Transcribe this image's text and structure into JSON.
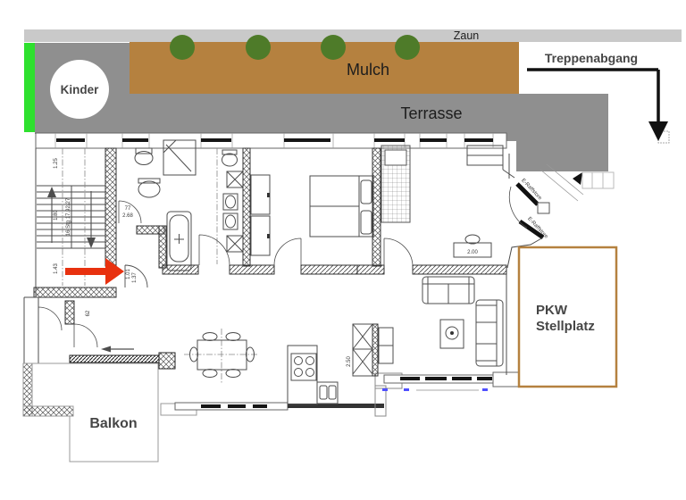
{
  "annotations": {
    "zaun": "Zaun",
    "mulch": "Mulch",
    "terrasse": "Terrasse",
    "kinder": "Kinder",
    "treppenabgang": "Treppenabgang",
    "pkw_line1": "PKW",
    "pkw_line2": "Stellplatz",
    "balkon": "Balkon"
  },
  "plan_dimensions": {
    "stairs_note": "16 Stg 17.92/27",
    "d125": "1.25",
    "d180": "1.80",
    "d143": "1.43",
    "d268": "2.68",
    "d77": "77",
    "d62": "62",
    "d101": "1.01",
    "d137": "1.37",
    "d200": "2.00",
    "d250": "2.50",
    "raffstore": "E-Raffstore"
  },
  "colors": {
    "zaun_bar": "#c9c9c9",
    "terrasse": "#8f8f8f",
    "mulch": "#b5813f",
    "bush": "#4e7b29",
    "grass_strip": "#2ee02e",
    "pkw_border": "#b5813f",
    "arrow_red": "#e8310f",
    "blue_mark": "#5050ff"
  }
}
